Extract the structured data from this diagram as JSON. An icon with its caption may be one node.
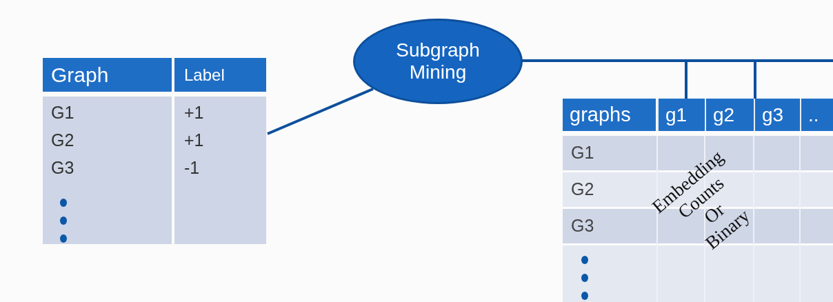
{
  "diagram": {
    "nodes": [
      {
        "text": [
          "Graph",
          "Label",
          "G1",
          "+1",
          "G2",
          "+1",
          "G3",
          "-1"
        ]
      },
      {
        "text": [
          "Subgraph Mining"
        ]
      },
      {
        "text": [
          "graphs",
          "G1",
          "G2",
          "G3",
          "Embedding Counts Or Binary"
        ]
      },
      {
        "text": [
          "g1"
        ],
        "in": 2
      },
      {
        "text": [
          "g2"
        ],
        "in": 2
      },
      {
        "text": [
          "g3"
        ],
        "in": 2
      },
      {
        "text": [
          ".."
        ],
        "in": 2
      }
    ],
    "edges": [
      {
        "from": 0,
        "to": 1,
        "arrow": "none"
      },
      {
        "from": 1,
        "to": 3,
        "arrow": "none"
      },
      {
        "from": 1,
        "to": 5,
        "arrow": "none"
      },
      {
        "from": 1,
        "to": null,
        "arrow": "none"
      }
    ]
  }
}
